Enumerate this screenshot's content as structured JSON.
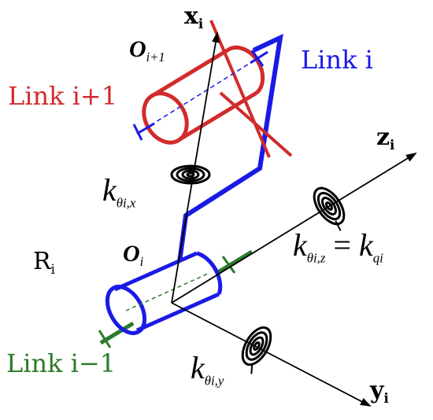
{
  "diagram": {
    "axes": {
      "x": {
        "symbol": "x",
        "index": "i"
      },
      "y": {
        "symbol": "y",
        "index": "i"
      },
      "z": {
        "symbol": "z",
        "index": "i"
      }
    },
    "origins": {
      "current": {
        "symbol": "O",
        "index": "i"
      },
      "next": {
        "symbol": "O",
        "index": "i+1"
      }
    },
    "frame": {
      "symbol": "R",
      "index": "i"
    },
    "links": {
      "current": "Link i",
      "next": "Link i+1",
      "previous": "Link i−1"
    },
    "stiffness": {
      "x": {
        "symbol": "k",
        "sub1": "θ",
        "sub2": "i,x"
      },
      "y": {
        "symbol": "k",
        "sub1": "θ",
        "sub2": "i,y"
      },
      "z": {
        "symbol": "k",
        "sub1": "θ",
        "sub2": "i,z"
      },
      "equals": "=",
      "joint": {
        "symbol": "k",
        "sub": "qi"
      }
    },
    "colors": {
      "link_current": "#1a1ae6",
      "link_next": "#d22b2b",
      "link_previous": "#2a7a2a",
      "axis": "#000000"
    }
  }
}
